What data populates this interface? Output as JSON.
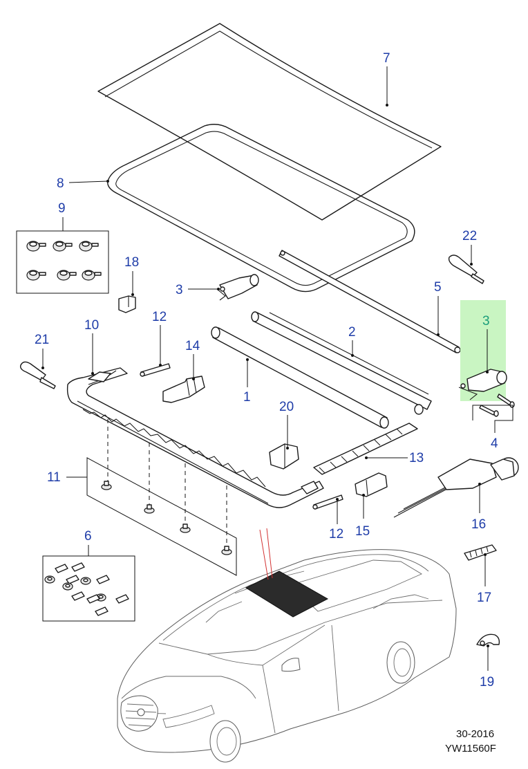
{
  "diagram": {
    "callouts": [
      {
        "id": "c7",
        "label": "7"
      },
      {
        "id": "c8",
        "label": "8"
      },
      {
        "id": "c9",
        "label": "9"
      },
      {
        "id": "c3a",
        "label": "3"
      },
      {
        "id": "c18",
        "label": "18"
      },
      {
        "id": "c22",
        "label": "22"
      },
      {
        "id": "c5",
        "label": "5"
      },
      {
        "id": "c3b",
        "label": "3"
      },
      {
        "id": "c21",
        "label": "21"
      },
      {
        "id": "c10",
        "label": "10"
      },
      {
        "id": "c12a",
        "label": "12"
      },
      {
        "id": "c14",
        "label": "14"
      },
      {
        "id": "c2",
        "label": "2"
      },
      {
        "id": "c1",
        "label": "1"
      },
      {
        "id": "c4",
        "label": "4"
      },
      {
        "id": "c20",
        "label": "20"
      },
      {
        "id": "c13",
        "label": "13"
      },
      {
        "id": "c11",
        "label": "11"
      },
      {
        "id": "c16",
        "label": "16"
      },
      {
        "id": "c12b",
        "label": "12"
      },
      {
        "id": "c15",
        "label": "15"
      },
      {
        "id": "c6",
        "label": "6"
      },
      {
        "id": "c17",
        "label": "17"
      },
      {
        "id": "c19",
        "label": "19"
      }
    ],
    "highlighted_part": "3",
    "highlight_color": "#c9f5c2",
    "callout_color": "#1e3ca8",
    "highlight_callout_color": "#1a9d7a",
    "reference": {
      "line1": "30-2016",
      "line2": "YW11560F"
    }
  }
}
